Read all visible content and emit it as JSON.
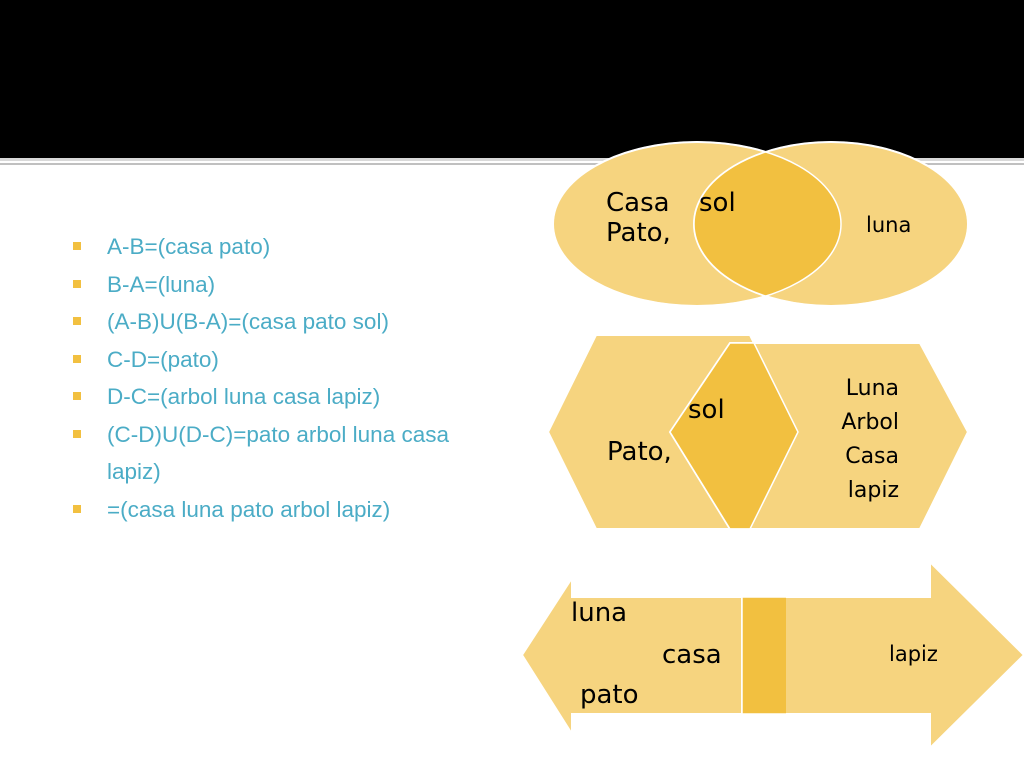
{
  "bullets": [
    "A-B=(casa pato)",
    "B-A=(luna)",
    "(A-B)U(B-A)=(casa pato sol)",
    "C-D=(pato)",
    "D-C=(arbol luna casa lapiz)",
    "(C-D)U(D-C)=pato arbol luna casa lapiz)",
    "=(casa luna pato arbol lapiz)"
  ],
  "venn": {
    "left_text": "Casa\nPato,",
    "overlap_text": "sol",
    "right_text": "luna"
  },
  "hexagons": {
    "left_text": "Pato,",
    "overlap_text": "sol",
    "right_text": "Luna\nArbol\nCasa\nlapiz"
  },
  "arrows": {
    "left_text_1": "luna",
    "left_text_2": "casa",
    "left_text_3": "pato",
    "right_text": "lapiz"
  },
  "colors": {
    "shape_fill": "#f6d47f",
    "overlap_fill": "#f2c040",
    "shape_stroke": "#ffffff",
    "bullet_text": "#4bacc6",
    "top_bar": "#000000"
  }
}
